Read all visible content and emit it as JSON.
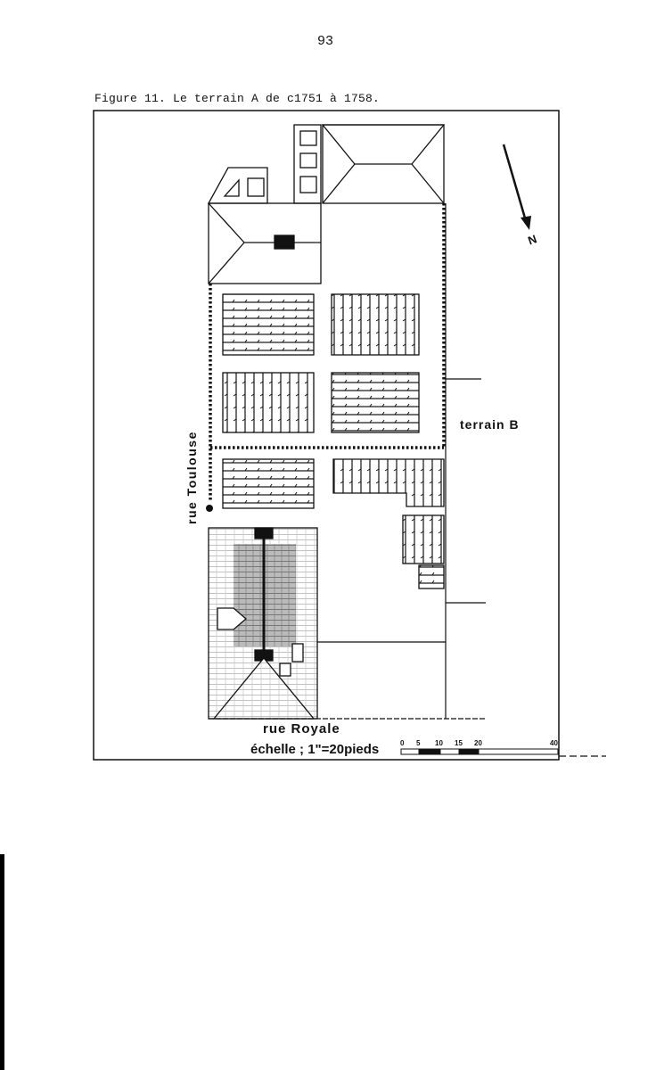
{
  "page_number": "93",
  "caption": "Figure 11.  Le terrain A de c1751 à 1758.",
  "plan": {
    "street_left": "rue Toulouse",
    "street_bottom": "rue Royale",
    "neighbor_lot": "terrain B",
    "north_label": "N",
    "scale_label": "échelle ; 1\"=20pieds",
    "scale_ticks": [
      "0",
      "5",
      "10",
      "15",
      "20",
      "40"
    ]
  }
}
